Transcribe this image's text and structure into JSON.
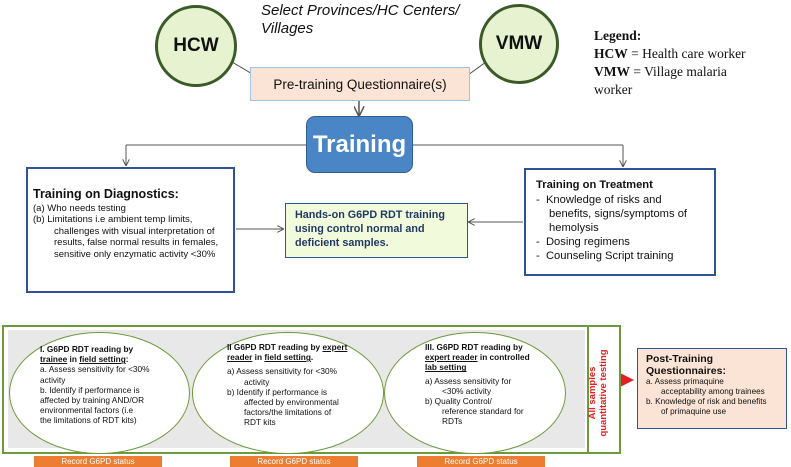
{
  "header": {
    "line1": "Select Provinces/HC Centers/",
    "line2": "Villages"
  },
  "circles": {
    "left": "HCW",
    "right": "VMW"
  },
  "legend": {
    "title": "Legend:",
    "hcw_abbr": "HCW",
    "hcw_text": " = Health care worker",
    "vmw_abbr": "VMW",
    "vmw_text": " = Village malaria",
    "vmw_text2": "worker"
  },
  "pretraining": "Pre-training Questionnaire(s)",
  "training": "Training",
  "diagnostics": {
    "title": "Training on Diagnostics:",
    "item_a": "(a)  Who needs testing",
    "item_b1": "(b)  Limitations  i.e ambient temp limits,",
    "item_b2": "challenges with visual interpretation of",
    "item_b3": "results, false normal results in females,",
    "item_b4": "sensitive only enzymatic activity <30%"
  },
  "handson": {
    "line1": "Hands-on G6PD RDT  training",
    "line2": "using control normal and",
    "line3": "deficient samples."
  },
  "treatment": {
    "title": "Training on Treatment",
    "items": [
      "Knowledge of risks and",
      "benefits, signs/symptoms  of",
      "hemolysis",
      "Dosing regimens",
      "Counseling  Script training"
    ]
  },
  "reading1": {
    "l1": "I. G6PD RDT reading by",
    "l2a": "trainee",
    "l2b": " in ",
    "l2c": "field setting",
    "l2d": ":",
    "a": "a. Assess sensitivity for <30%",
    "a2": "activity",
    "b1": "b. Identify if performance is",
    "b2": "affected by training AND/OR",
    "b3": "environmental factors (i.e",
    "b4": "the limitations of RDT kits)"
  },
  "reading2": {
    "l1": "II  G6PD RDT reading by ",
    "l1b": "expert",
    "l2a": "reader",
    "l2b": " in ",
    "l2c": "field setting",
    "l2d": ".",
    "a": "a)    Assess sensitivity for <30%",
    "a2": "activity",
    "b1": "b)    Identify if performance is",
    "b2": "affected by environmental",
    "b3": "factors/the limitations of",
    "b4": "RDT kits"
  },
  "reading3": {
    "l1": "III. G6PD RDT reading by",
    "l2a": "expert reader",
    "l2b": " in controlled",
    "l3": "lab setting",
    "a": "a)    Assess sensitivity for",
    "a2": "<30% activity",
    "b1": "b)    Quality Control/",
    "b2": "reference standard for",
    "b3": "RDTs"
  },
  "record_label": "Record G6PD status",
  "vertical_text": {
    "line1": "All samples",
    "line2": "quantitative testing"
  },
  "post": {
    "title1": "Post-Training",
    "title2": "Questionnaires:",
    "a1": "a.   Assess primaquine",
    "a2": "acceptability among trainees",
    "b1": "b.   Knowledge of risk and benefits",
    "b2": "of primaquine use"
  },
  "colors": {
    "circle_fill": "#e7f3d0",
    "circle_border": "#3a5a28",
    "training_blue": "#4a86c5",
    "box_border": "#2e5496",
    "handson_fill": "#f2fadc",
    "green_border": "#6d9a3a",
    "orange": "#ed7d31",
    "red": "#e02020",
    "post_fill": "#fbe4d5"
  }
}
